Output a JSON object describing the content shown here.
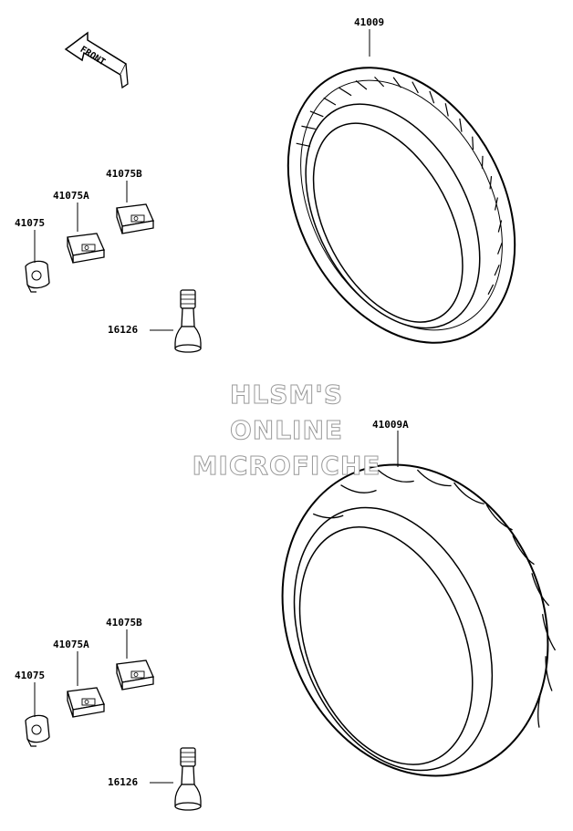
{
  "labels": {
    "tire_front": "41009",
    "tire_rear": "41009A",
    "weight_a_top": "41075",
    "weight_b_top": "41075A",
    "weight_c_top": "41075B",
    "valve_top": "16126",
    "weight_a_bottom": "41075",
    "weight_b_bottom": "41075A",
    "weight_c_bottom": "41075B",
    "valve_bottom": "16126"
  },
  "front_arrow": "FRONT",
  "watermark": [
    "HLSM'S",
    "ONLINE",
    "MICROFICHE"
  ],
  "colors": {
    "ink": "#000000",
    "watermark_outline": "#9a9a9a"
  }
}
